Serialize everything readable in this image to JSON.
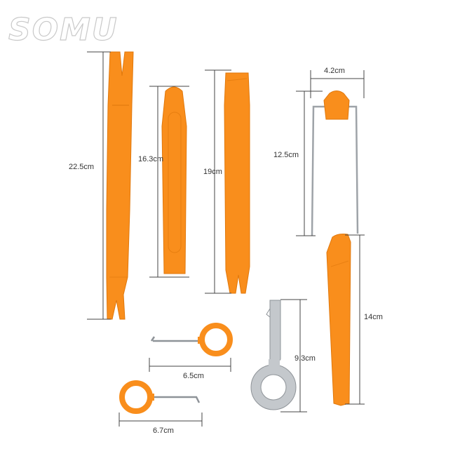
{
  "brand": {
    "logo_text": "SOMU"
  },
  "colors": {
    "tool_orange": "#F98E1C",
    "tool_orange_dark": "#E0780C",
    "metal": "#BFC3C7",
    "metal_dark": "#8E9398",
    "dimension_line": "#444444"
  },
  "measurements": {
    "tool1_length": "22.5cm",
    "tool2_length": "16.3cm",
    "tool3_length": "19cm",
    "clip_tool_width": "4.2cm",
    "clip_tool_height": "12.5cm",
    "wedge_tool_length": "14cm",
    "radio_key_height": "9.3cm",
    "hook_tool_a_length": "6.5cm",
    "hook_tool_b_length": "6.7cm"
  }
}
